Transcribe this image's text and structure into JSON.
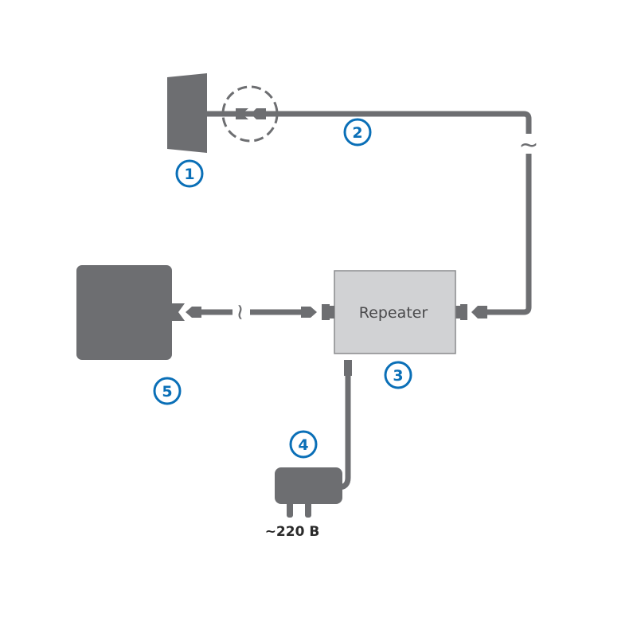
{
  "colors": {
    "device": "#6d6e71",
    "accent": "#0a6fb7",
    "repeater_fill": "#d1d2d4",
    "repeater_border": "#8a8b8d"
  },
  "labels": {
    "outdoor_antenna": "1",
    "cable": "2",
    "repeater": "3",
    "power_adapter": "4",
    "indoor_antenna": "5"
  },
  "repeater_text": "Repeater",
  "voltage_text": "~220 B",
  "cable_break_symbol": "~"
}
